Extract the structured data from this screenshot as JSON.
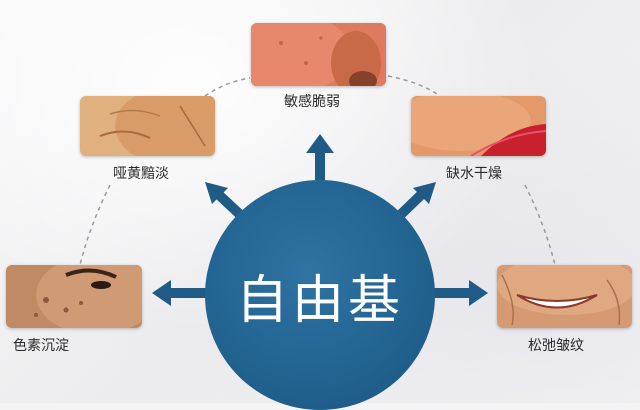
{
  "diagram": {
    "center_label": "自由基",
    "items": [
      {
        "id": "sensitive",
        "label": "敏感脆弱"
      },
      {
        "id": "dull",
        "label": "哑黄黯淡"
      },
      {
        "id": "dry",
        "label": "缺水干燥"
      },
      {
        "id": "pigment",
        "label": "色素沉淀"
      },
      {
        "id": "sag",
        "label": "松弛皱纹"
      }
    ],
    "colors": {
      "circle": "#21628f",
      "arrow": "#1f5b86",
      "dashed": "#9a9a9a"
    }
  }
}
